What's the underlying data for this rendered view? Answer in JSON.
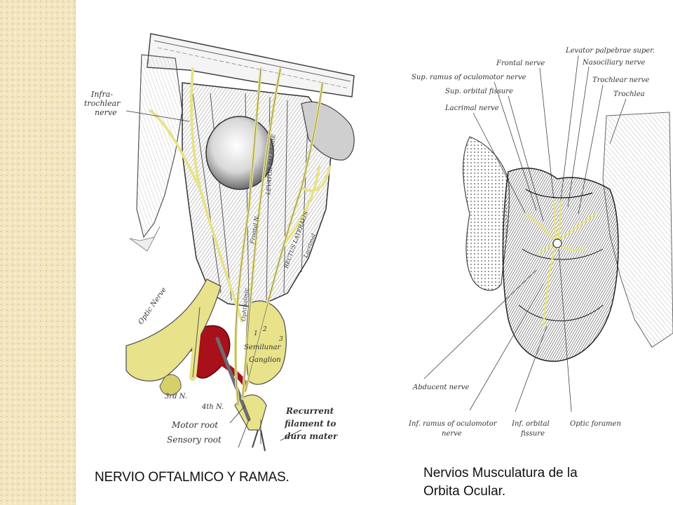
{
  "slide": {
    "caption_left": "NERVIO OFTALMICO Y RAMAS.",
    "caption_right_line1": "Nervios Musculatura de la",
    "caption_right_line2": "Orbita Ocular.",
    "colors": {
      "side_band": "#f3e6bf",
      "nerve": "#e8e28a",
      "artery": "#a8101a",
      "background": "#ffffff"
    }
  },
  "left_figure": {
    "labels": {
      "infratrochlear_1": "Infra-",
      "infratrochlear_2": "trochlear",
      "infratrochlear_3": "nerve",
      "optic_nerve": "Optic Nerve",
      "semilunar_1": "Semilunar",
      "semilunar_2": "Ganglion",
      "third_nerve": "3rd N.",
      "fourth_nerve": "4th N.",
      "motor_root": "Motor root",
      "sensory_root": "Sensory root",
      "recurrent_1": "Recurrent",
      "recurrent_2": "filament to",
      "recurrent_3": "dura mater",
      "levator": "LEVATOR PALPEBRE",
      "rectus_lateralis": "RECTUS LATERALIS",
      "frontal_n": "Frontal N.",
      "lacrimal": "Lacrimal",
      "ophthalmic": "Ophthalmic",
      "num_1": "1",
      "num_2": "2",
      "num_3": "3"
    }
  },
  "right_figure": {
    "labels": {
      "frontal_nerve": "Frontal nerve",
      "levator_palpebrae": "Levator palpebrae super.",
      "nasociliary": "Nasociliary nerve",
      "sup_ramus": "Sup. ramus of oculomotor nerve",
      "sup_orbital_fissure": "Sup. orbital fissure",
      "trochlear_nerve": "Trochlear nerve",
      "lacrimal_nerve": "Lacrimal nerve",
      "trochlea": "Trochlea",
      "abducent_nerve": "Abducent nerve",
      "inf_ramus_1": "Inf. ramus of oculomotor",
      "inf_ramus_2": "nerve",
      "inf_orbital_1": "Inf. orbital",
      "inf_orbital_2": "fissure",
      "optic_foramen": "Optic foramen"
    }
  }
}
